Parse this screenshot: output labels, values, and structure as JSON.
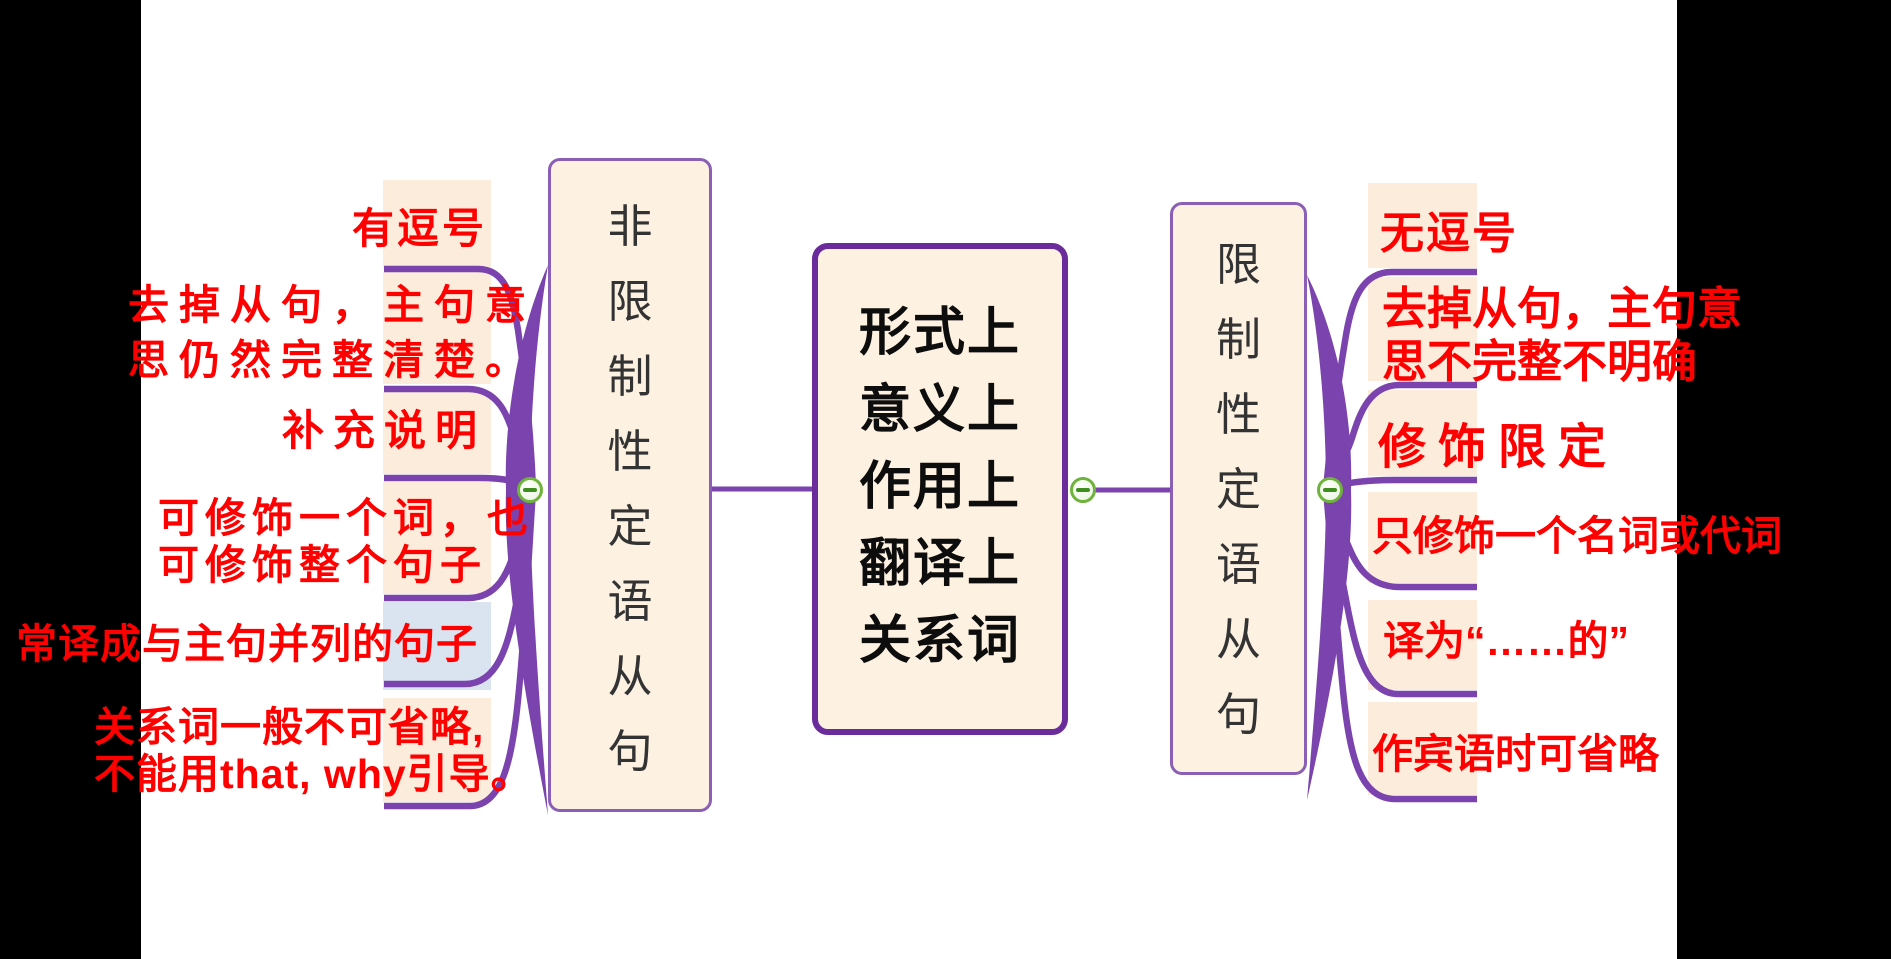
{
  "colors": {
    "branch_purple": "#7a43ad",
    "center_border_purple": "#6a2c9b",
    "side_border_purple": "#8a5fb5",
    "node_cream": "#fdf1e2",
    "strip_cream": "#fbecdb",
    "strip_blue": "#d9e4f0",
    "text_red": "#fe0000",
    "minus_green": "#6fb33c",
    "letterbox_black": "#000000"
  },
  "icons": {
    "collapse_left": "minus-icon",
    "collapse_center": "minus-icon",
    "collapse_right": "minus-icon"
  },
  "center_node": {
    "text": "形式上\n意义上\n作用上\n翻译上\n关系词"
  },
  "left_node": {
    "title": "非\n限\n制\n性\n定\n语\n从\n句",
    "items": [
      {
        "text": "有逗号"
      },
      {
        "text": "去掉从句，主句意\n思仍然完整清楚。"
      },
      {
        "text": "补充说明"
      },
      {
        "text": "可修饰一个词，也\n可修饰整个句子"
      },
      {
        "text": "常译成与主句并列的句子"
      },
      {
        "text": "关系词一般不可省略,\n不能用that, why引导。"
      }
    ]
  },
  "right_node": {
    "title": "限\n制\n性\n定\n语\n从\n句",
    "items": [
      {
        "text": "无逗号"
      },
      {
        "text": "去掉从句，主句意\n思不完整不明确"
      },
      {
        "text": "修饰限定"
      },
      {
        "text": "只修饰一个名词或代词"
      },
      {
        "text": "译为“……的”"
      },
      {
        "text": "作宾语时可省略"
      }
    ]
  }
}
